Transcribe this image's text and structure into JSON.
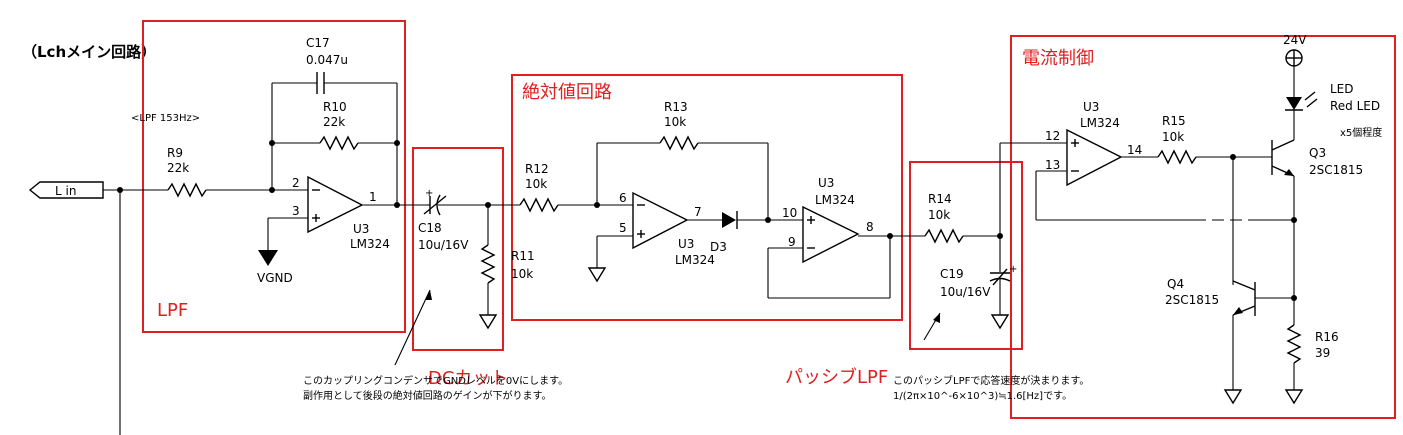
{
  "title": "（Lchメイン回路）",
  "colors": {
    "block_frame": "#e02020",
    "wire": "#000000"
  },
  "input_label": "L in",
  "filter_spec": "<LPF 153Hz>",
  "blocks": {
    "lpf": "LPF",
    "dc_cut": "DCカット",
    "abs": "絶対値回路",
    "passive": "パッシブLPF",
    "current": "電流制御"
  },
  "components": {
    "c17": {
      "ref": "C17",
      "value": "0.047u"
    },
    "r10": {
      "ref": "R10",
      "value": "22k"
    },
    "r9": {
      "ref": "R9",
      "value": "22k"
    },
    "u3a": {
      "ref": "U3",
      "part": "LM324",
      "pin_in_neg": "2",
      "pin_in_pos": "3",
      "pin_out": "1"
    },
    "vgnd": "VGND",
    "c18": {
      "ref": "C18",
      "value": "10u/16V"
    },
    "r11": {
      "ref": "R11",
      "value": "10k"
    },
    "r12": {
      "ref": "R12",
      "value": "10k"
    },
    "r13": {
      "ref": "R13",
      "value": "10k"
    },
    "u3b": {
      "ref": "U3",
      "part": "LM324",
      "pin_in_neg": "6",
      "pin_in_pos": "5",
      "pin_out": "7"
    },
    "d3": "D3",
    "u3c": {
      "ref": "U3",
      "part": "LM324",
      "pin_in_pos": "10",
      "pin_in_neg": "9",
      "pin_out": "8"
    },
    "r14": {
      "ref": "R14",
      "value": "10k"
    },
    "c19": {
      "ref": "C19",
      "value": "10u/16V"
    },
    "u3d": {
      "ref": "U3",
      "part": "LM324",
      "pin_in_pos": "12",
      "pin_in_neg": "13",
      "pin_out": "14"
    },
    "r15": {
      "ref": "R15",
      "value": "10k"
    },
    "supply": "24V",
    "led": {
      "ref": "LED",
      "value": "Red LED",
      "note": "x5個程度"
    },
    "q3": {
      "ref": "Q3",
      "part": "2SC1815"
    },
    "q4": {
      "ref": "Q4",
      "part": "2SC1815"
    },
    "r16": {
      "ref": "R16",
      "value": "39"
    }
  },
  "notes": {
    "coupling_1": "このカップリングコンデンサでGNDレベルを0Vにします。",
    "coupling_2": "副作用として後段の絶対値回路のゲインが下がります。",
    "passive_1": "このパッシブLPFで応答速度が決まります。",
    "passive_2": "1/(2π×10^-6×10^3)≒1.6[Hz]です。"
  }
}
